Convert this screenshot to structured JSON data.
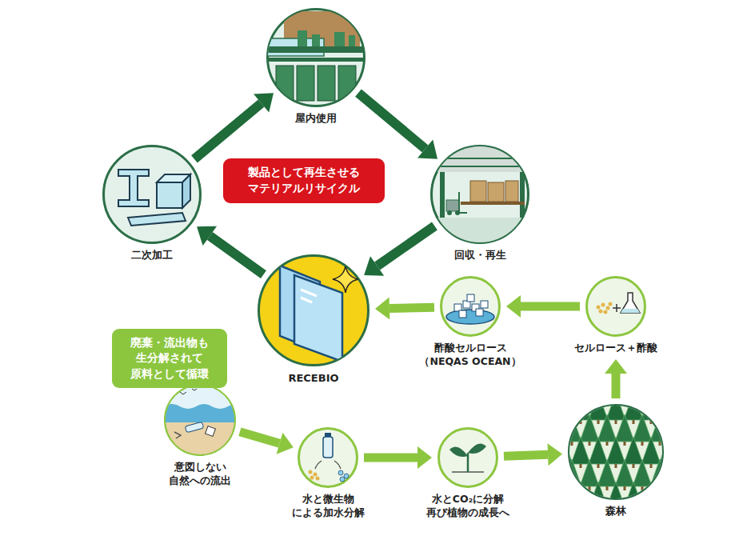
{
  "diagram": {
    "nodes": [
      {
        "text": [
          "屋内使用"
        ]
      },
      {
        "text": [
          "二次加工"
        ]
      },
      {
        "text": [
          "製品として再生させる マテリアルリサイクル"
        ]
      },
      {
        "text": [
          "回収・再生"
        ]
      },
      {
        "text": [
          "RECEBIO"
        ]
      },
      {
        "text": [
          "酢酸セルロース （NEQAS OCEAN）"
        ]
      },
      {
        "text": [
          "セルロース＋酢酸"
        ]
      },
      {
        "text": [
          "廃棄・流出物も 生分解されて 原料として循環"
        ]
      },
      {
        "text": [
          "意図しない 自然への流出"
        ]
      },
      {
        "text": [
          "水と微生物 による加水分解"
        ]
      },
      {
        "text": [
          "水とCO₂に分解 再び植物の成長へ"
        ]
      },
      {
        "text": [
          "森林"
        ]
      }
    ],
    "edges": [
      {
        "from": 0,
        "to": 3,
        "arrow": "to"
      },
      {
        "from": 3,
        "to": 4,
        "arrow": "to"
      },
      {
        "from": 4,
        "to": 1,
        "arrow": "to"
      },
      {
        "from": 1,
        "to": 0,
        "arrow": "to"
      },
      {
        "from": 6,
        "to": 5,
        "arrow": "to"
      },
      {
        "from": 5,
        "to": 4,
        "arrow": "to"
      },
      {
        "from": 8,
        "to": 9,
        "arrow": "to"
      },
      {
        "from": 9,
        "to": 10,
        "arrow": "to"
      },
      {
        "from": 10,
        "to": 11,
        "arrow": "to"
      },
      {
        "from": 11,
        "to": 6,
        "arrow": "to"
      }
    ]
  }
}
